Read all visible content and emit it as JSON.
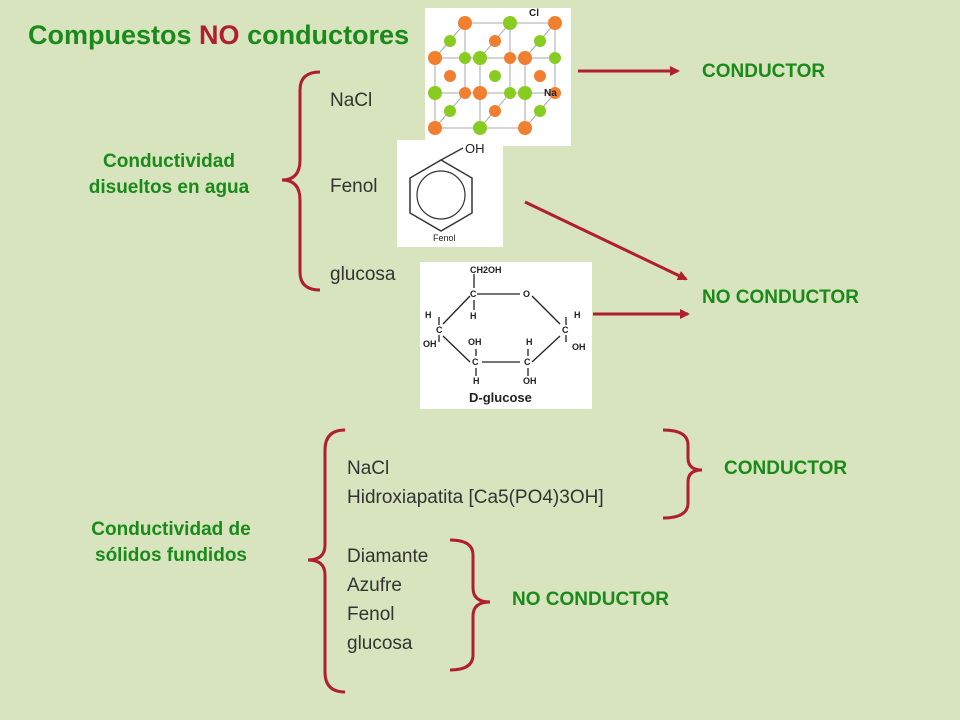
{
  "title": {
    "prefix": "Compuestos",
    "highlight": "NO",
    "suffix": "conductores"
  },
  "section_water": {
    "heading_line1": "Conductividad",
    "heading_line2": "disueltos en agua",
    "items": [
      "NaCl",
      "Fenol",
      "glucosa"
    ],
    "result_conductor": "CONDUCTOR",
    "result_non_conductor": "NO CONDUCTOR"
  },
  "section_molten": {
    "heading_line1": "Conductividad de",
    "heading_line2": "sólidos fundidos",
    "conductor_items": [
      "NaCl",
      "Hidroxiapatita [Ca5(PO4)3OH]"
    ],
    "non_conductor_items": [
      "Diamante",
      "Azufre",
      "Fenol",
      "glucosa"
    ],
    "result_conductor": "CONDUCTOR",
    "result_non_conductor": "NO CONDUCTOR"
  },
  "images": {
    "nacl": {
      "labels": [
        "Cl",
        "Na"
      ]
    },
    "phenol": {
      "group": "OH",
      "caption": "Fenol"
    },
    "glucose": {
      "caption": "D-glucose",
      "labels": [
        "CH2OH",
        "C",
        "O",
        "H",
        "C",
        "H",
        "C",
        "H",
        "OH",
        "OH",
        "H",
        "C",
        "OH",
        "C",
        "H",
        "OH",
        "H"
      ]
    }
  },
  "colors": {
    "background": "#d7e4bd",
    "title_green": "#1a8a1a",
    "title_red": "#b0202a",
    "arrow": "#b0202a",
    "brace": "#b0202a"
  }
}
